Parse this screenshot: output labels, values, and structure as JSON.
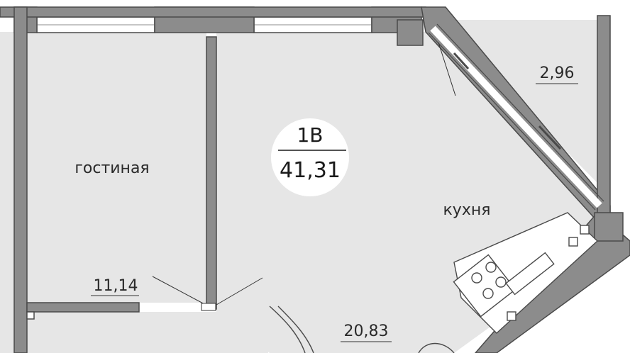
{
  "unit": {
    "type": "1В",
    "total_area": "41,31"
  },
  "rooms": {
    "living": {
      "name": "гостиная",
      "area": "11,14"
    },
    "kitchen": {
      "name": "кухня",
      "area": "20,83"
    },
    "balcony": {
      "area": "2,96"
    }
  },
  "colors": {
    "floor": "#e6e6e6",
    "wall": "#8c8c8c",
    "wall_stroke": "#4a4a4a",
    "line": "#333333",
    "window": "#ffffff"
  }
}
